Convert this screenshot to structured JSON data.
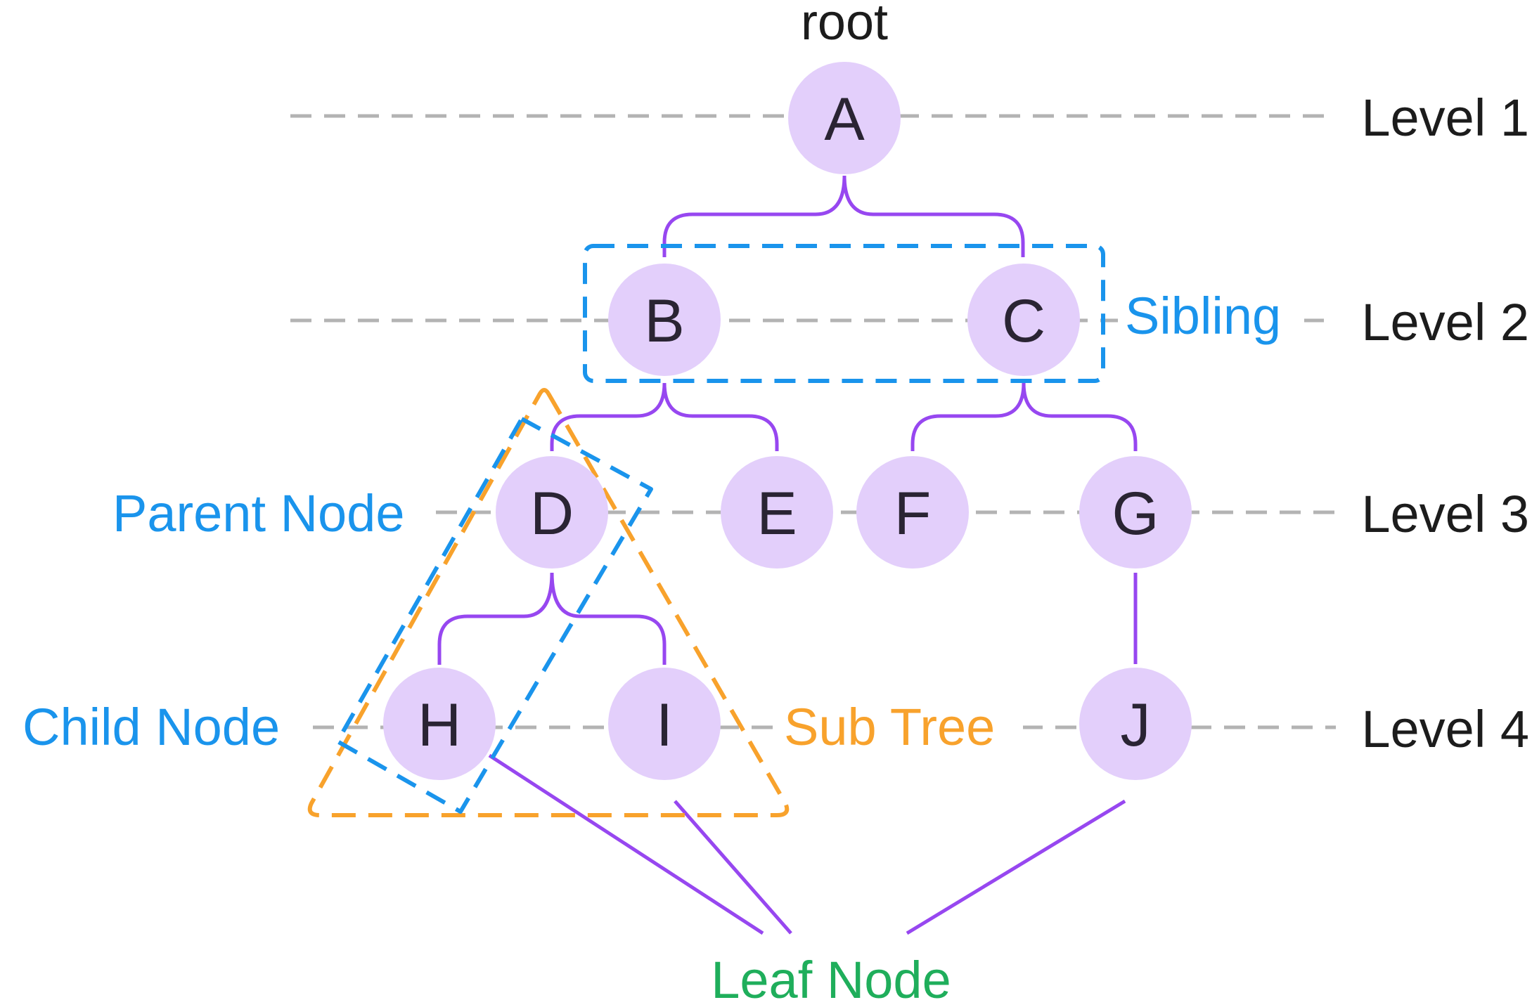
{
  "diagram": {
    "root_label": "root",
    "nodes": {
      "A": "A",
      "B": "B",
      "C": "C",
      "D": "D",
      "E": "E",
      "F": "F",
      "G": "G",
      "H": "H",
      "I": "I",
      "J": "J"
    },
    "levels": [
      "Level 1",
      "Level 2",
      "Level 3",
      "Level 4"
    ],
    "annotations": {
      "sibling": "Sibling",
      "parent_node": "Parent Node",
      "child_node": "Child Node",
      "sub_tree": "Sub Tree",
      "leaf_node": "Leaf Node"
    },
    "colors": {
      "node_fill": "#e3cffb",
      "edge": "#9747f0",
      "level_line": "#b3b3b3",
      "blue": "#1a94ec",
      "orange": "#f8a22c",
      "green": "#1fae5b",
      "text": "#1c1c1c"
    }
  }
}
